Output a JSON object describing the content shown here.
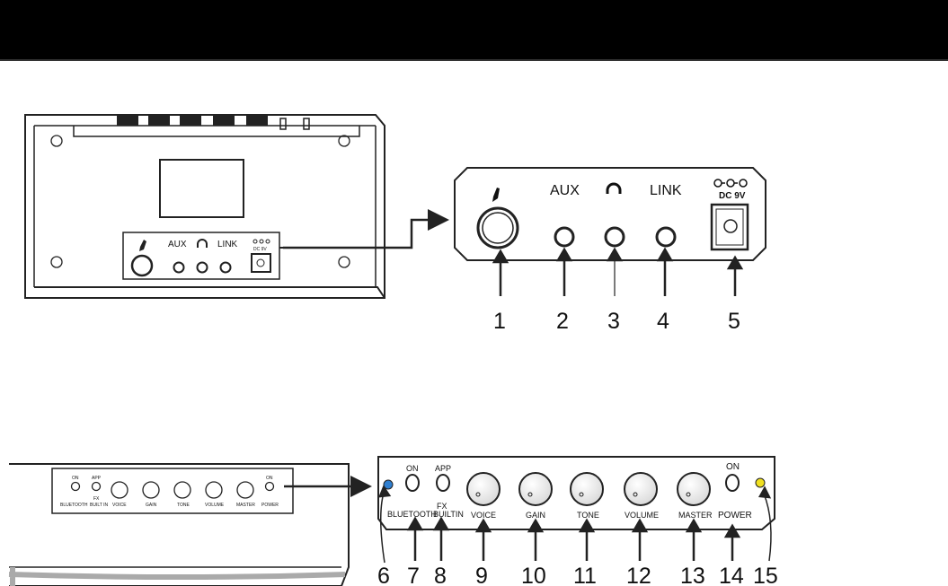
{
  "header": {
    "title": ""
  },
  "rear_panel": {
    "small_labels": [
      "AUX",
      "LINK",
      "DC 9V"
    ],
    "detail_labels": {
      "aux": "AUX",
      "link": "LINK",
      "dc": "DC 9V"
    },
    "callouts": [
      "1",
      "2",
      "3",
      "4",
      "5"
    ]
  },
  "top_panel": {
    "small_labels": {
      "on_left": "ON",
      "app": "APP",
      "fx": "FX",
      "bluetooth": "BLUETOOTH",
      "builtin": "BUILT IN",
      "voice": "VOICE",
      "gain": "GAIN",
      "tone": "TONE",
      "volume": "VOLUME",
      "master": "MASTER",
      "on_right": "ON",
      "power": "POWER"
    },
    "detail_labels": {
      "on_left": "ON",
      "app": "APP",
      "fx": "FX",
      "bluetooth": "BLUETOOTH",
      "builtin": "BUILTIN",
      "voice": "VOICE",
      "gain": "GAIN",
      "tone": "TONE",
      "volume": "VOLUME",
      "master": "MASTER",
      "on_right": "ON",
      "power": "POWER"
    },
    "callouts": [
      "6",
      "7",
      "8",
      "9",
      "10",
      "11",
      "12",
      "13",
      "14",
      "15"
    ]
  },
  "colors": {
    "bluetooth_led": "#2f7fd0",
    "power_led": "#f0e020"
  }
}
